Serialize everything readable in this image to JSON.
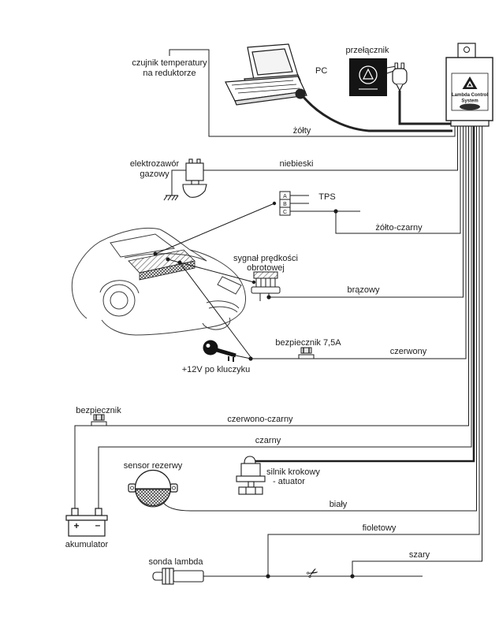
{
  "colors": {
    "ink": "#1c1c1c",
    "car_ink": "#3c3c3c",
    "paper": "#ffffff"
  },
  "icons": {
    "scissors": "✂"
  },
  "controller": {
    "name_line1": "Lambda Control",
    "name_line2": "System"
  },
  "components": {
    "temp_sensor": {
      "line1": "czujnik temperatury",
      "line2": "na reduktorze"
    },
    "pc": {
      "label": "PC"
    },
    "switch": {
      "label": "przełącznik"
    },
    "gas_valve": {
      "line1": "elektrozawór",
      "line2": "gazowy"
    },
    "tps": {
      "label": "TPS",
      "pins": [
        "A",
        "B",
        "C"
      ]
    },
    "rpm_signal": {
      "line1": "sygnał prędkości",
      "line2": "obrotowej"
    },
    "fuse_75a": {
      "label": "bezpiecznik 7,5A"
    },
    "ignition_12v": {
      "label": "+12V po kluczyku"
    },
    "fuse": {
      "label": "bezpiecznik"
    },
    "reserve_sensor": {
      "label": "sensor rezerwy"
    },
    "stepper_motor": {
      "line1": "silnik krokowy",
      "line2": "- atuator"
    },
    "battery": {
      "label": "akumulator",
      "plus": "+",
      "minus": "–"
    },
    "lambda_probe": {
      "label": "sonda lambda"
    }
  },
  "wires": {
    "yellow": "żółty",
    "blue": "niebieski",
    "yellow_black": "żółto-czarny",
    "brown": "brązowy",
    "red": "czerwony",
    "red_black": "czerwono-czarny",
    "black": "czarny",
    "white": "biały",
    "violet": "fioletowy",
    "gray": "szary"
  }
}
